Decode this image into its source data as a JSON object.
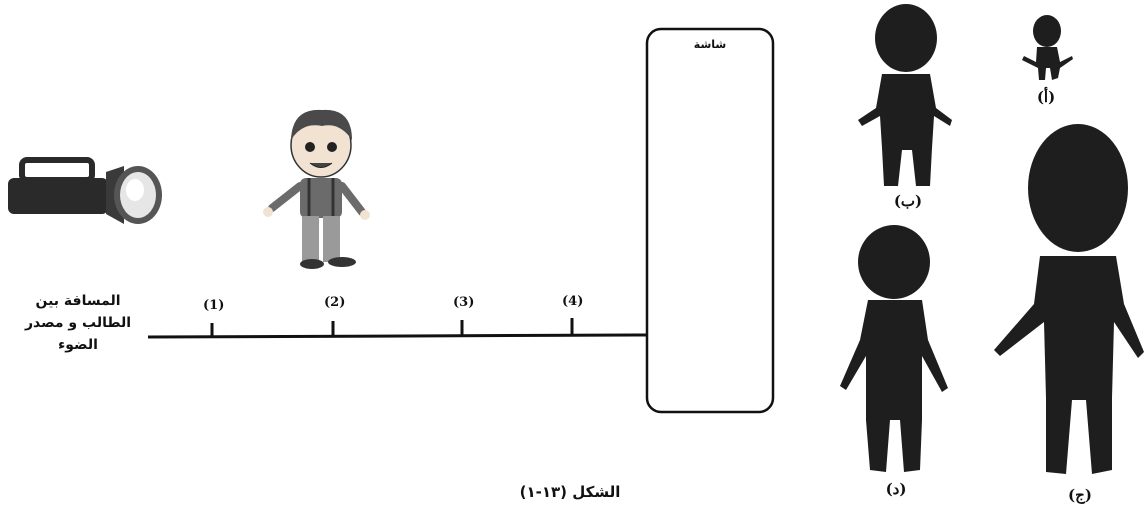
{
  "axis_label": [
    "المسافة بين",
    "الطالب و مصدر",
    "الضوء"
  ],
  "positions": [
    "(1)",
    "(2)",
    "(3)",
    "(4)"
  ],
  "screen_label": "شاشة",
  "silhouettes": {
    "a": "(أ)",
    "b": "(ب)",
    "c": "(ج)",
    "d": "(د)"
  },
  "caption": "الشكل (١٣-١)",
  "colors": {
    "ink": "#111111",
    "silhouette": "#1e1e1e",
    "boy_shirt": "#6b6b6b",
    "boy_pants": "#9a9a9a"
  }
}
